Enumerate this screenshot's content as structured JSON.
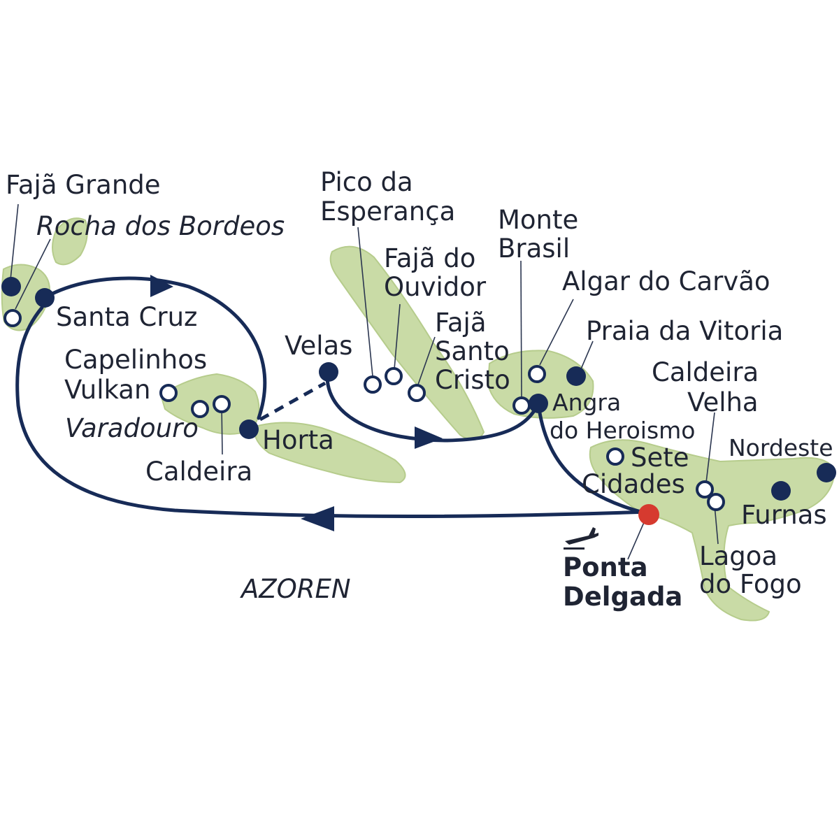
{
  "colors": {
    "route": "#172b57",
    "land": "#c9dba6",
    "port": "#d63a2f",
    "text": "#1f2433"
  },
  "region": "AZOREN",
  "labels": {
    "faja_grande": "Fajã Grande",
    "rocha_dos_bordeos": "Rocha dos Bordeos",
    "santa_cruz": "Santa Cruz",
    "capelinhos_1": "Capelinhos",
    "capelinhos_2": "Vulkan",
    "varadouro": "Varadouro",
    "caldeira": "Caldeira",
    "horta": "Horta",
    "velas": "Velas",
    "pico_1": "Pico da",
    "pico_2": "Esperança",
    "ouvidor_1": "Fajã do",
    "ouvidor_2": "Ouvidor",
    "santo_cristo_1": "Fajã",
    "santo_cristo_2": "Santo",
    "santo_cristo_3": "Cristo",
    "monte_brasil_1": "Monte",
    "monte_brasil_2": "Brasil",
    "algar": "Algar do Carvão",
    "praia": "Praia da Vitoria",
    "angra_1": "Angra",
    "angra_2": "do Heroismo",
    "caldeira_velha_1": "Caldeira",
    "caldeira_velha_2": "Velha",
    "nordeste": "Nordeste",
    "sete_cidades_1": "Sete",
    "sete_cidades_2": "Cidades",
    "furnas": "Furnas",
    "lagoa_1": "Lagoa",
    "lagoa_2": "do Fogo",
    "ponta_1": "Ponta",
    "ponta_2": "Delgada"
  },
  "icons": {
    "plane": "airplane-icon"
  }
}
